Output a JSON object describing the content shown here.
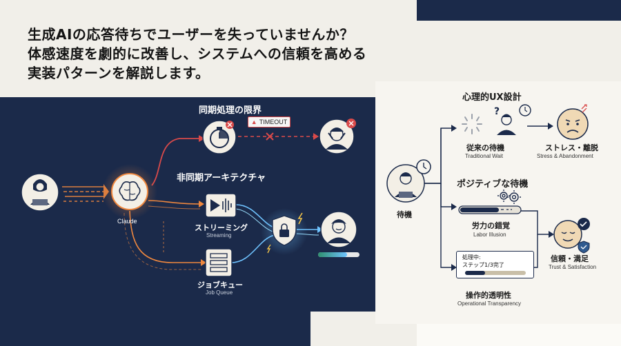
{
  "headline": {
    "line1": "生成AIの応答待ちでユーザーを失っていませんか？",
    "line2": "体感速度を劇的に改善し、システムへの信頼を高める",
    "line3": "実装パターンを解説します。"
  },
  "architecture": {
    "sync_title": "同期処理の限界",
    "timeout_label": "TIMEOUT",
    "async_title": "非同期アーキテクチャ",
    "claude_label": "Claude",
    "streaming_jp": "ストリーミング",
    "streaming_en": "Streaming",
    "jobqueue_jp": "ジョブキュー",
    "jobqueue_en": "Job Queue"
  },
  "ux": {
    "title": "心理的UX設計",
    "waiting_label": "待機",
    "traditional_jp": "従来の待機",
    "traditional_en": "Traditional Wait",
    "stress_jp": "ストレス・離脱",
    "stress_en": "Stress & Abandonment",
    "positive_title": "ポジティブな待機",
    "labor_jp": "労力の錯覚",
    "labor_en": "Labor Illusion",
    "processing_line1": "処理中:",
    "processing_line2": "ステップ1/3完了",
    "processing_progress": 0.33,
    "transparency_jp": "操作的透明性",
    "transparency_en": "Operational Transparency",
    "trust_jp": "信頼・満足",
    "trust_en": "Trust & Satisfaction"
  },
  "colors": {
    "navy": "#1b2a4a",
    "orange": "#f0883e",
    "red": "#d94a4a",
    "cyan": "#6fc3ff"
  },
  "icons": [
    "user-laptop-icon",
    "brain-icon",
    "stopwatch-icon",
    "frustrated-user-icon",
    "play-stream-icon",
    "job-queue-icon",
    "shield-lock-icon",
    "happy-user-icon",
    "clock-icon",
    "loading-spinner-icon",
    "stressed-face-icon",
    "gears-icon",
    "brain-network-icon",
    "content-face-icon",
    "check-badge-icon"
  ]
}
